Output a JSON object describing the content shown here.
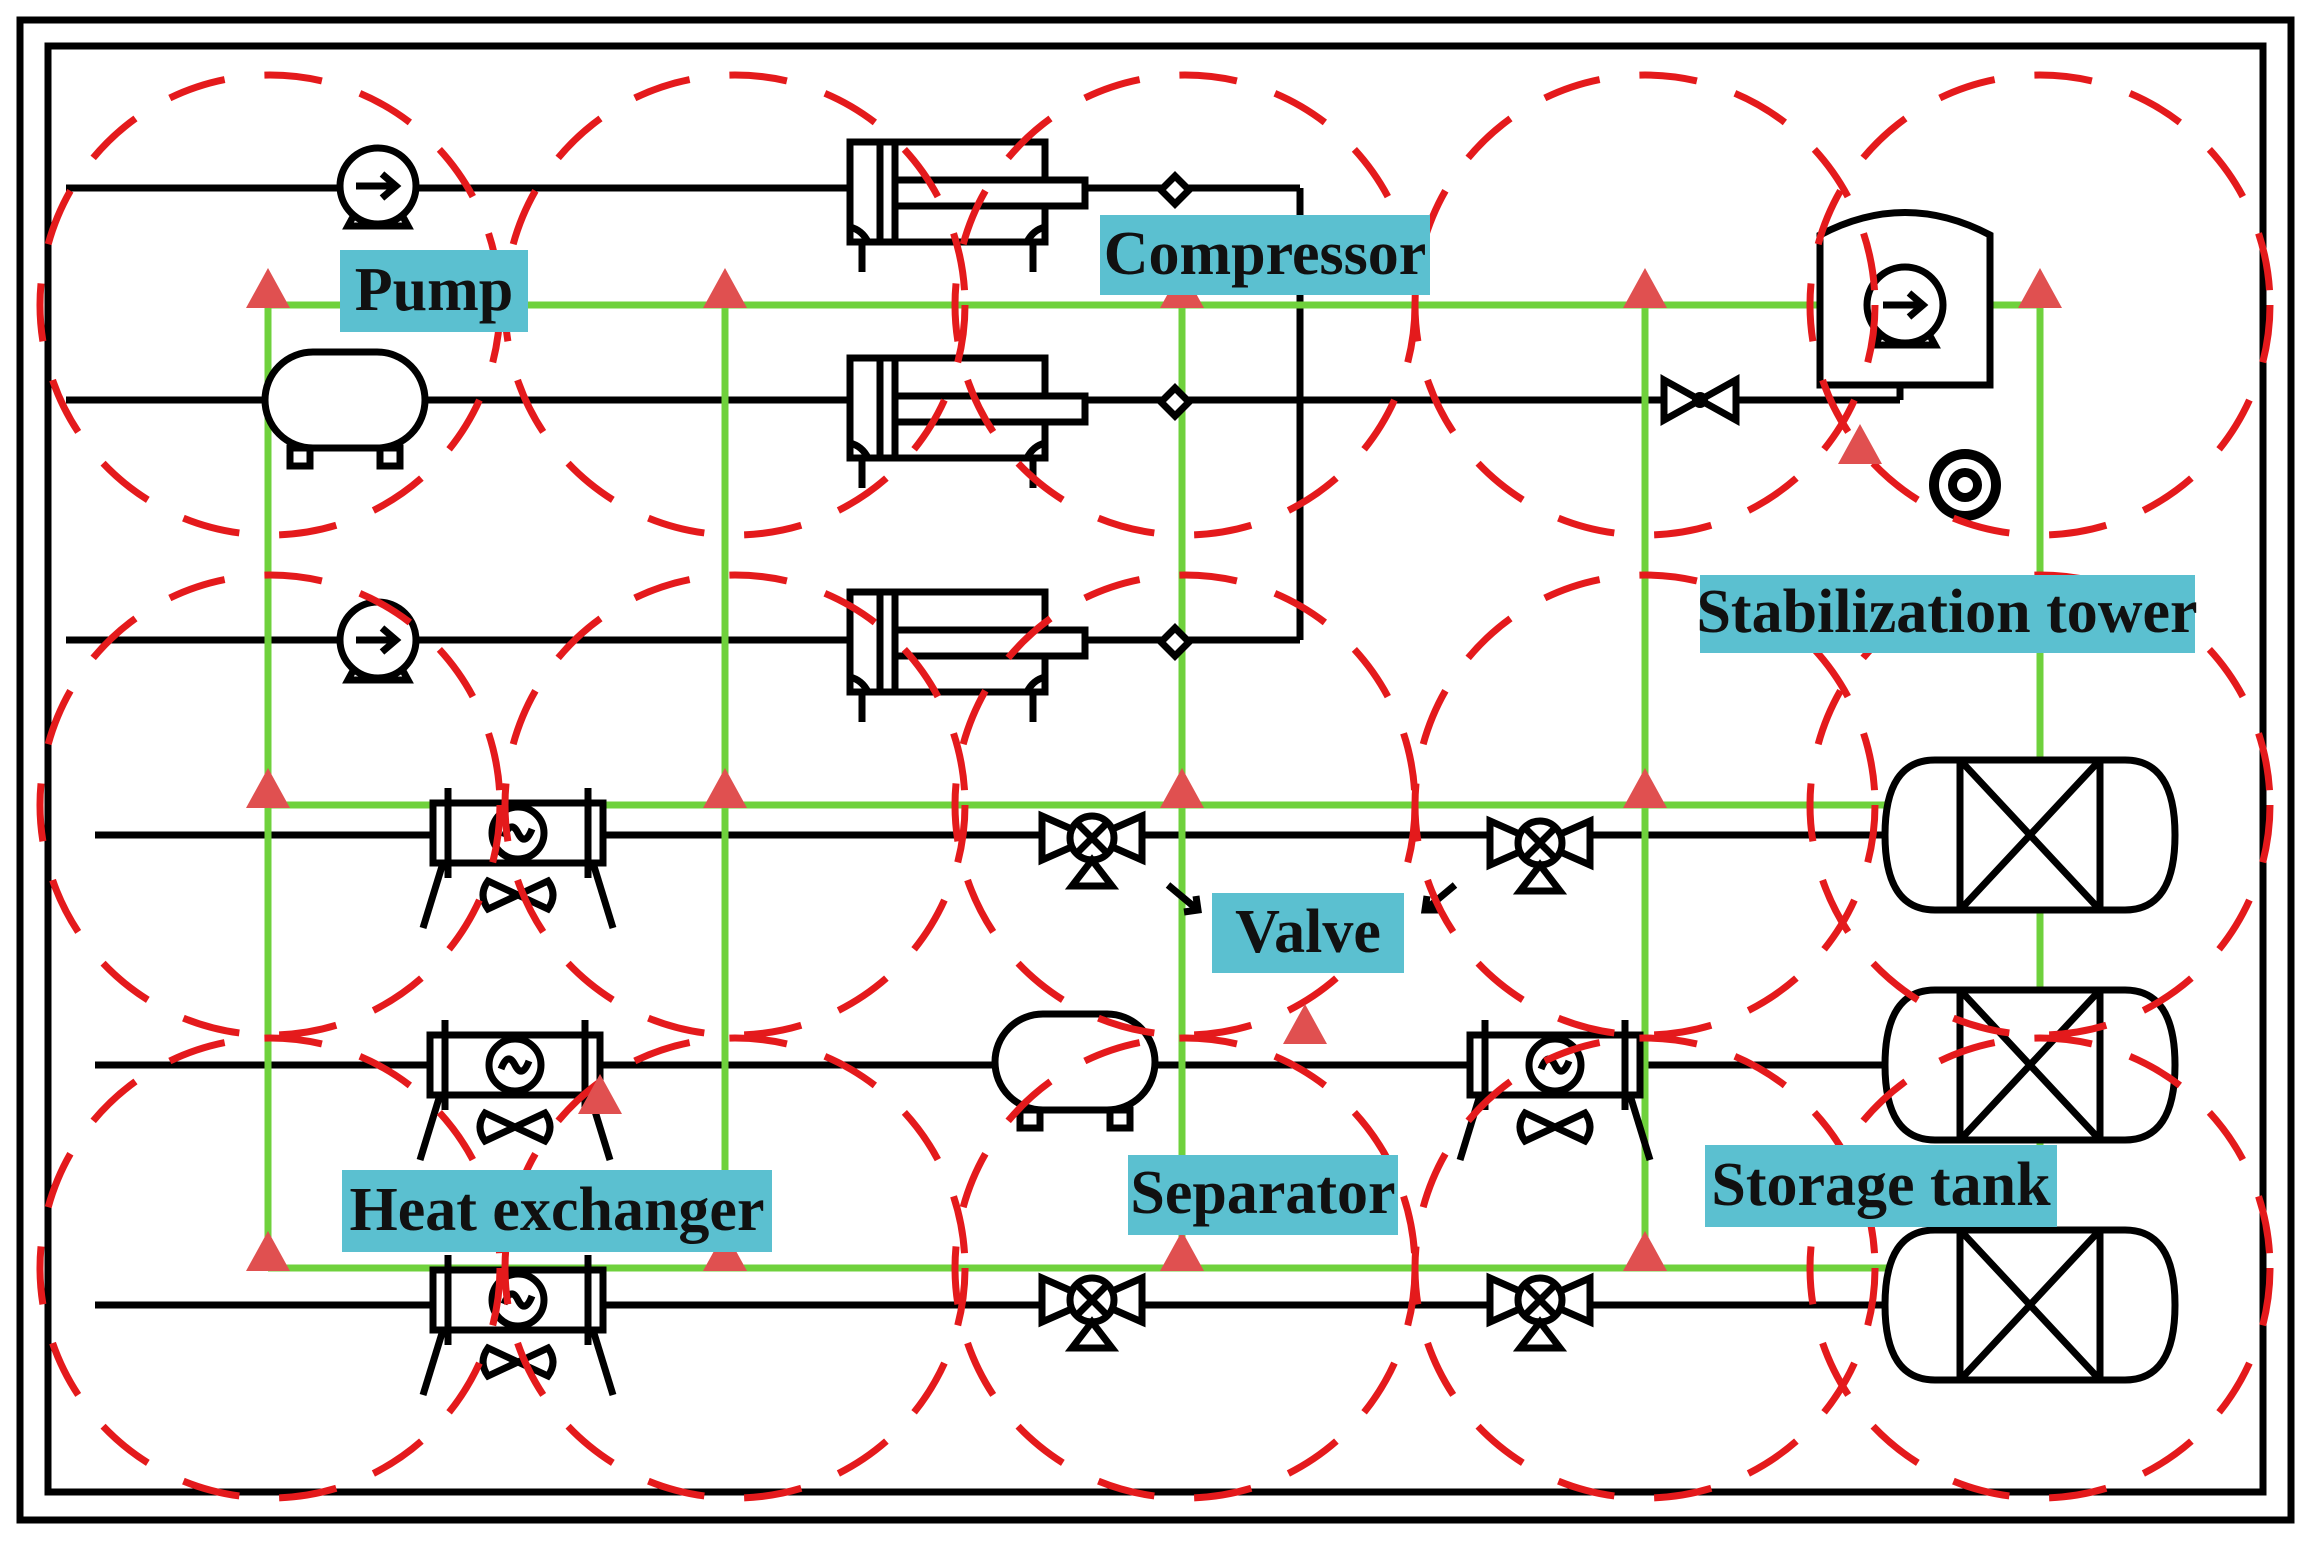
{
  "labels": {
    "pump": "Pump",
    "compressor": "Compressor",
    "stabilization_tower": "Stabilization tower",
    "valve": "Valve",
    "heat_exchanger": "Heat exchanger",
    "separator": "Separator",
    "storage_tank": "Storage tank"
  },
  "colors": {
    "label_background": "#5bc0d0",
    "sensor_grid": "#6fd13c",
    "coverage_circle": "#e41a1c",
    "sensor_node": "#e05050",
    "pipeline": "#000000"
  }
}
